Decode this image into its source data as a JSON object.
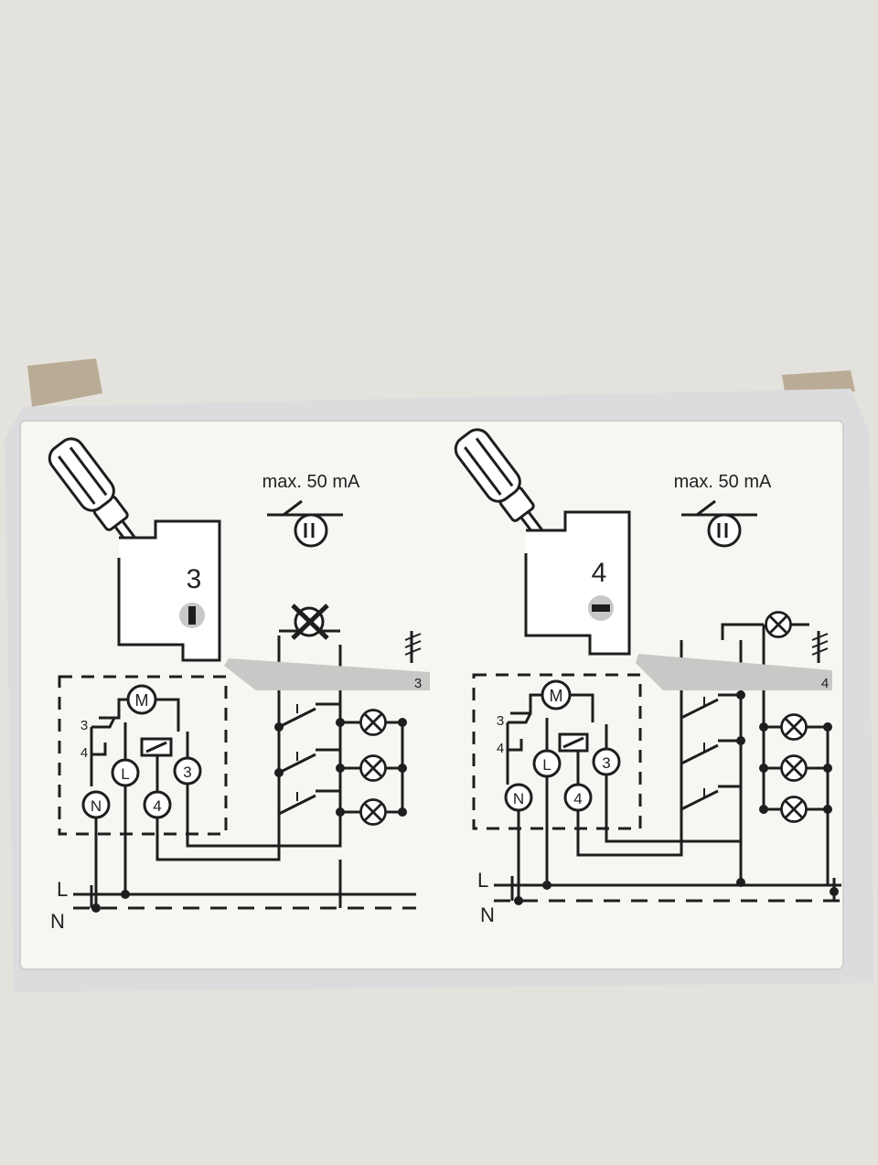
{
  "left_panel": {
    "max_current": "max. 50 mA",
    "mode_number": "3",
    "bus_terminal": "3",
    "motor": "M",
    "terminals": [
      "3",
      "4",
      "N",
      "L",
      "4",
      "3"
    ],
    "line_L": "L",
    "line_N": "N"
  },
  "right_panel": {
    "max_current": "max. 50 mA",
    "mode_number": "4",
    "bus_terminal": "4",
    "motor": "M",
    "terminals": [
      "3",
      "4",
      "N",
      "L",
      "4",
      "3"
    ],
    "line_L": "L",
    "line_N": "N"
  },
  "colors": {
    "background": "#e4e2dd",
    "label": "#f6f6f3",
    "ink": "#1e1e1e",
    "band": "#c8c8c6"
  }
}
